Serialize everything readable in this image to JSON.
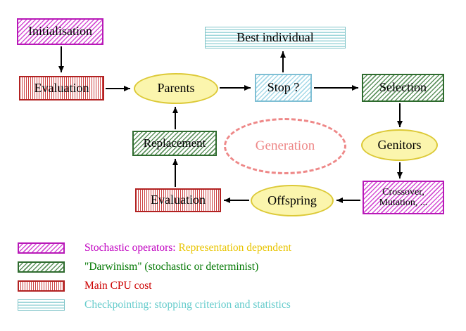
{
  "nodes": {
    "initialisation": "Initialisation",
    "evaluation_top": "Evaluation",
    "parents": "Parents",
    "best_individual": "Best individual",
    "stop": "Stop ?",
    "selection": "Selection",
    "replacement": "Replacement",
    "generation": "Generation",
    "genitors": "Genitors",
    "crossover_line1": "Crossover,",
    "crossover_line2": "Mutation, ...",
    "offspring": "Offspring",
    "evaluation_bottom": "Evaluation"
  },
  "legend": [
    {
      "pattern": "magenta-hatch",
      "label": "Stochastic operators:",
      "label_secondary": "Representation dependent"
    },
    {
      "pattern": "green-hatch",
      "label": "\"Darwinism\" (stochastic or determinist)"
    },
    {
      "pattern": "red-vertical-stripes",
      "label": "Main CPU cost"
    },
    {
      "pattern": "cyan-horizontal-stripes",
      "label": "Checkpointing: stopping criterion and statistics"
    }
  ],
  "colors": {
    "magenta": "#c000c0",
    "green": "#007700",
    "red": "#cc0000",
    "cyan": "#66cccc",
    "yellow_text": "#e8c400",
    "salmon": "#ee8888",
    "ellipse_fill": "#fbf5ad"
  }
}
